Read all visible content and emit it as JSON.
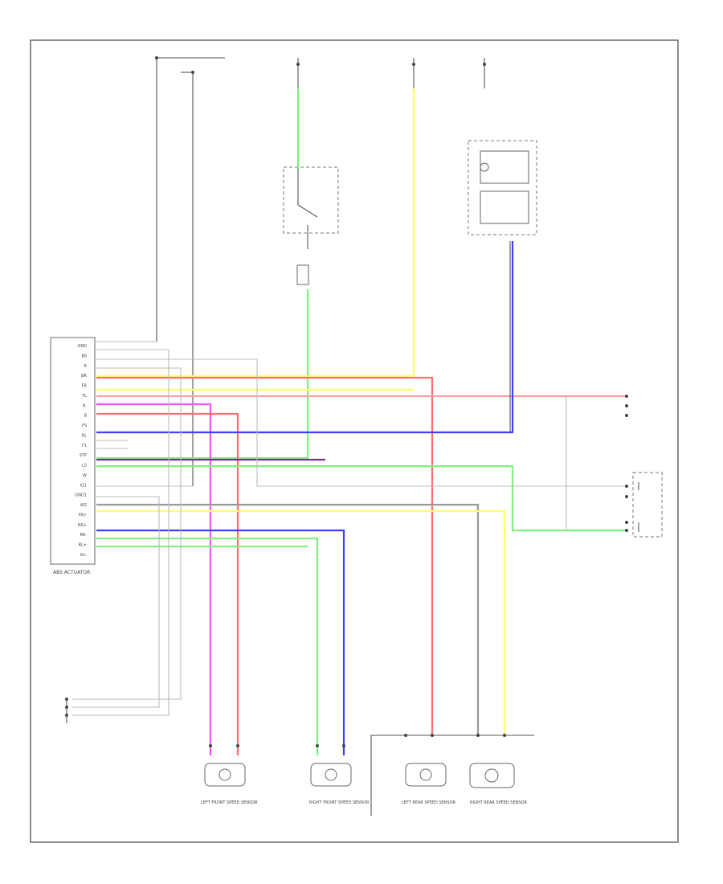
{
  "diagram": {
    "ecu_label": "ABS ACTUATOR",
    "ecu_pins": [
      "GND",
      "BS",
      "R",
      "BR",
      "FR",
      "FL",
      "R-",
      "B",
      "FS",
      "RL",
      "F1",
      "STP",
      "LS",
      "W",
      "IG1",
      "GND1",
      "W2",
      "FR+",
      "RR+",
      "RR-",
      "RL+",
      "RL-"
    ],
    "wire_colors": {
      "red": "#ff6f6f",
      "pink": "#ff4fff",
      "blue": "#3f3fff",
      "green": "#7fef7f",
      "yellow": "#ffff66",
      "gray": "#999999",
      "black": "#555555",
      "purple": "#7a2f9a"
    },
    "sensor_labels": {
      "lf": "LEFT FRONT SPEED SENSOR",
      "rf": "RIGHT FRONT SPEED SENSOR",
      "lr": "LEFT REAR SPEED SENSOR",
      "rr": "RIGHT REAR SPEED SENSOR"
    }
  }
}
